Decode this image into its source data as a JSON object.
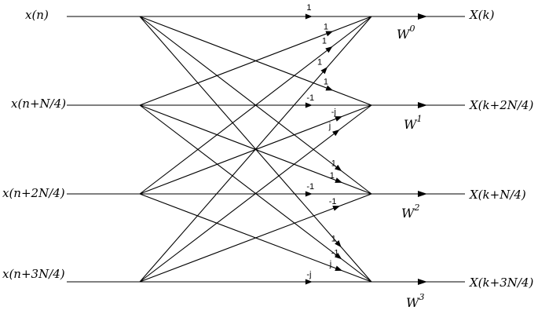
{
  "inputs": [
    "x(n)",
    "x(n+N/4)",
    "x(n+2N/4)",
    "x(n+3N/4)"
  ],
  "outputs": [
    "X(k)",
    "X(k+2N/4)",
    "X(k+N/4)",
    "X(k+3N/4)"
  ],
  "twiddles": [
    {
      "base": "W",
      "exp": "0"
    },
    {
      "base": "W",
      "exp": "1"
    },
    {
      "base": "W",
      "exp": "2"
    },
    {
      "base": "W",
      "exp": "3"
    }
  ],
  "edge_labels": [
    {
      "text": "1"
    },
    {
      "text": "1"
    },
    {
      "text": "1"
    },
    {
      "text": "1"
    },
    {
      "text": "1"
    },
    {
      "text": "-1"
    },
    {
      "text": "1"
    },
    {
      "text": "-1"
    },
    {
      "text": "1"
    },
    {
      "text": "-j"
    },
    {
      "text": "-1"
    },
    {
      "text": "j"
    },
    {
      "text": "1"
    },
    {
      "text": "j"
    },
    {
      "text": "-1"
    },
    {
      "text": "-j"
    }
  ]
}
